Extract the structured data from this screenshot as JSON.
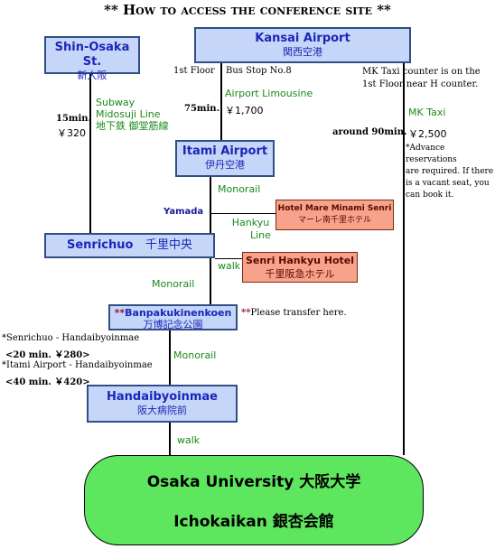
{
  "title": "** How to access the conference site **",
  "stations": {
    "shin_osaka": {
      "en": "Shin-Osaka St.",
      "jp": "新大阪"
    },
    "kansai": {
      "en": "Kansai Airport",
      "jp": "関西空港"
    },
    "itami": {
      "en": "Itami Airport",
      "jp": "伊丹空港"
    },
    "senrichuo": {
      "en": "Senrichuo",
      "jp": "千里中央"
    },
    "banpaku": {
      "en": "Banpakukinenkoen",
      "jp": "万博記念公園",
      "marks": "**"
    },
    "handai": {
      "en": "Handaibyoinmae",
      "jp": "阪大病院前"
    }
  },
  "hotels": {
    "mare": {
      "en": "Hotel Mare Minami Senri",
      "jp": "マーレ南千里ホテル"
    },
    "hankyu": {
      "en": "Senri Hankyu Hotel",
      "jp": "千里阪急ホテル"
    }
  },
  "destination": {
    "line1": "Osaka University   大阪大学",
    "line2": "Ichokaikan  銀杏会館"
  },
  "routes": {
    "subway": {
      "name1": "Subway",
      "name2": "Midosuji Line",
      "name3": "地下鉄 御堂筋線",
      "time": "15min.",
      "fare": "￥320"
    },
    "limousine": {
      "floor": "1st Floor",
      "stop": "Bus Stop No.8",
      "name": "Airport Limousine",
      "time": "75min.",
      "fare": "￥1,700"
    },
    "mk_taxi": {
      "note1": "MK Taxi counter is on the",
      "note2": "1st Floor near H counter.",
      "name": "MK Taxi",
      "time": "around 90min.",
      "fare": "￥2,500",
      "adv1": "*Advance reservations",
      "adv2": "are required. If there",
      "adv3": "is a vacant seat, you",
      "adv4": "can book it."
    },
    "monorail1": "Monorail",
    "yamada": "Yamada",
    "hankyu_line1": "Hankyu",
    "hankyu_line2": "Line",
    "walk1": "walk",
    "monorail2": "Monorail",
    "transfer": {
      "marks": "**",
      "text": "Please transfer here."
    },
    "monorail3": "Monorail",
    "walk2": "walk"
  },
  "fares": {
    "f1": "*Senrichuo - Handaibyoinmae",
    "f1v": "<20 min.  ￥280>",
    "f2": "*Itami Airport  - Handaibyoinmae",
    "f2v": "<40 min.  ￥420>"
  }
}
